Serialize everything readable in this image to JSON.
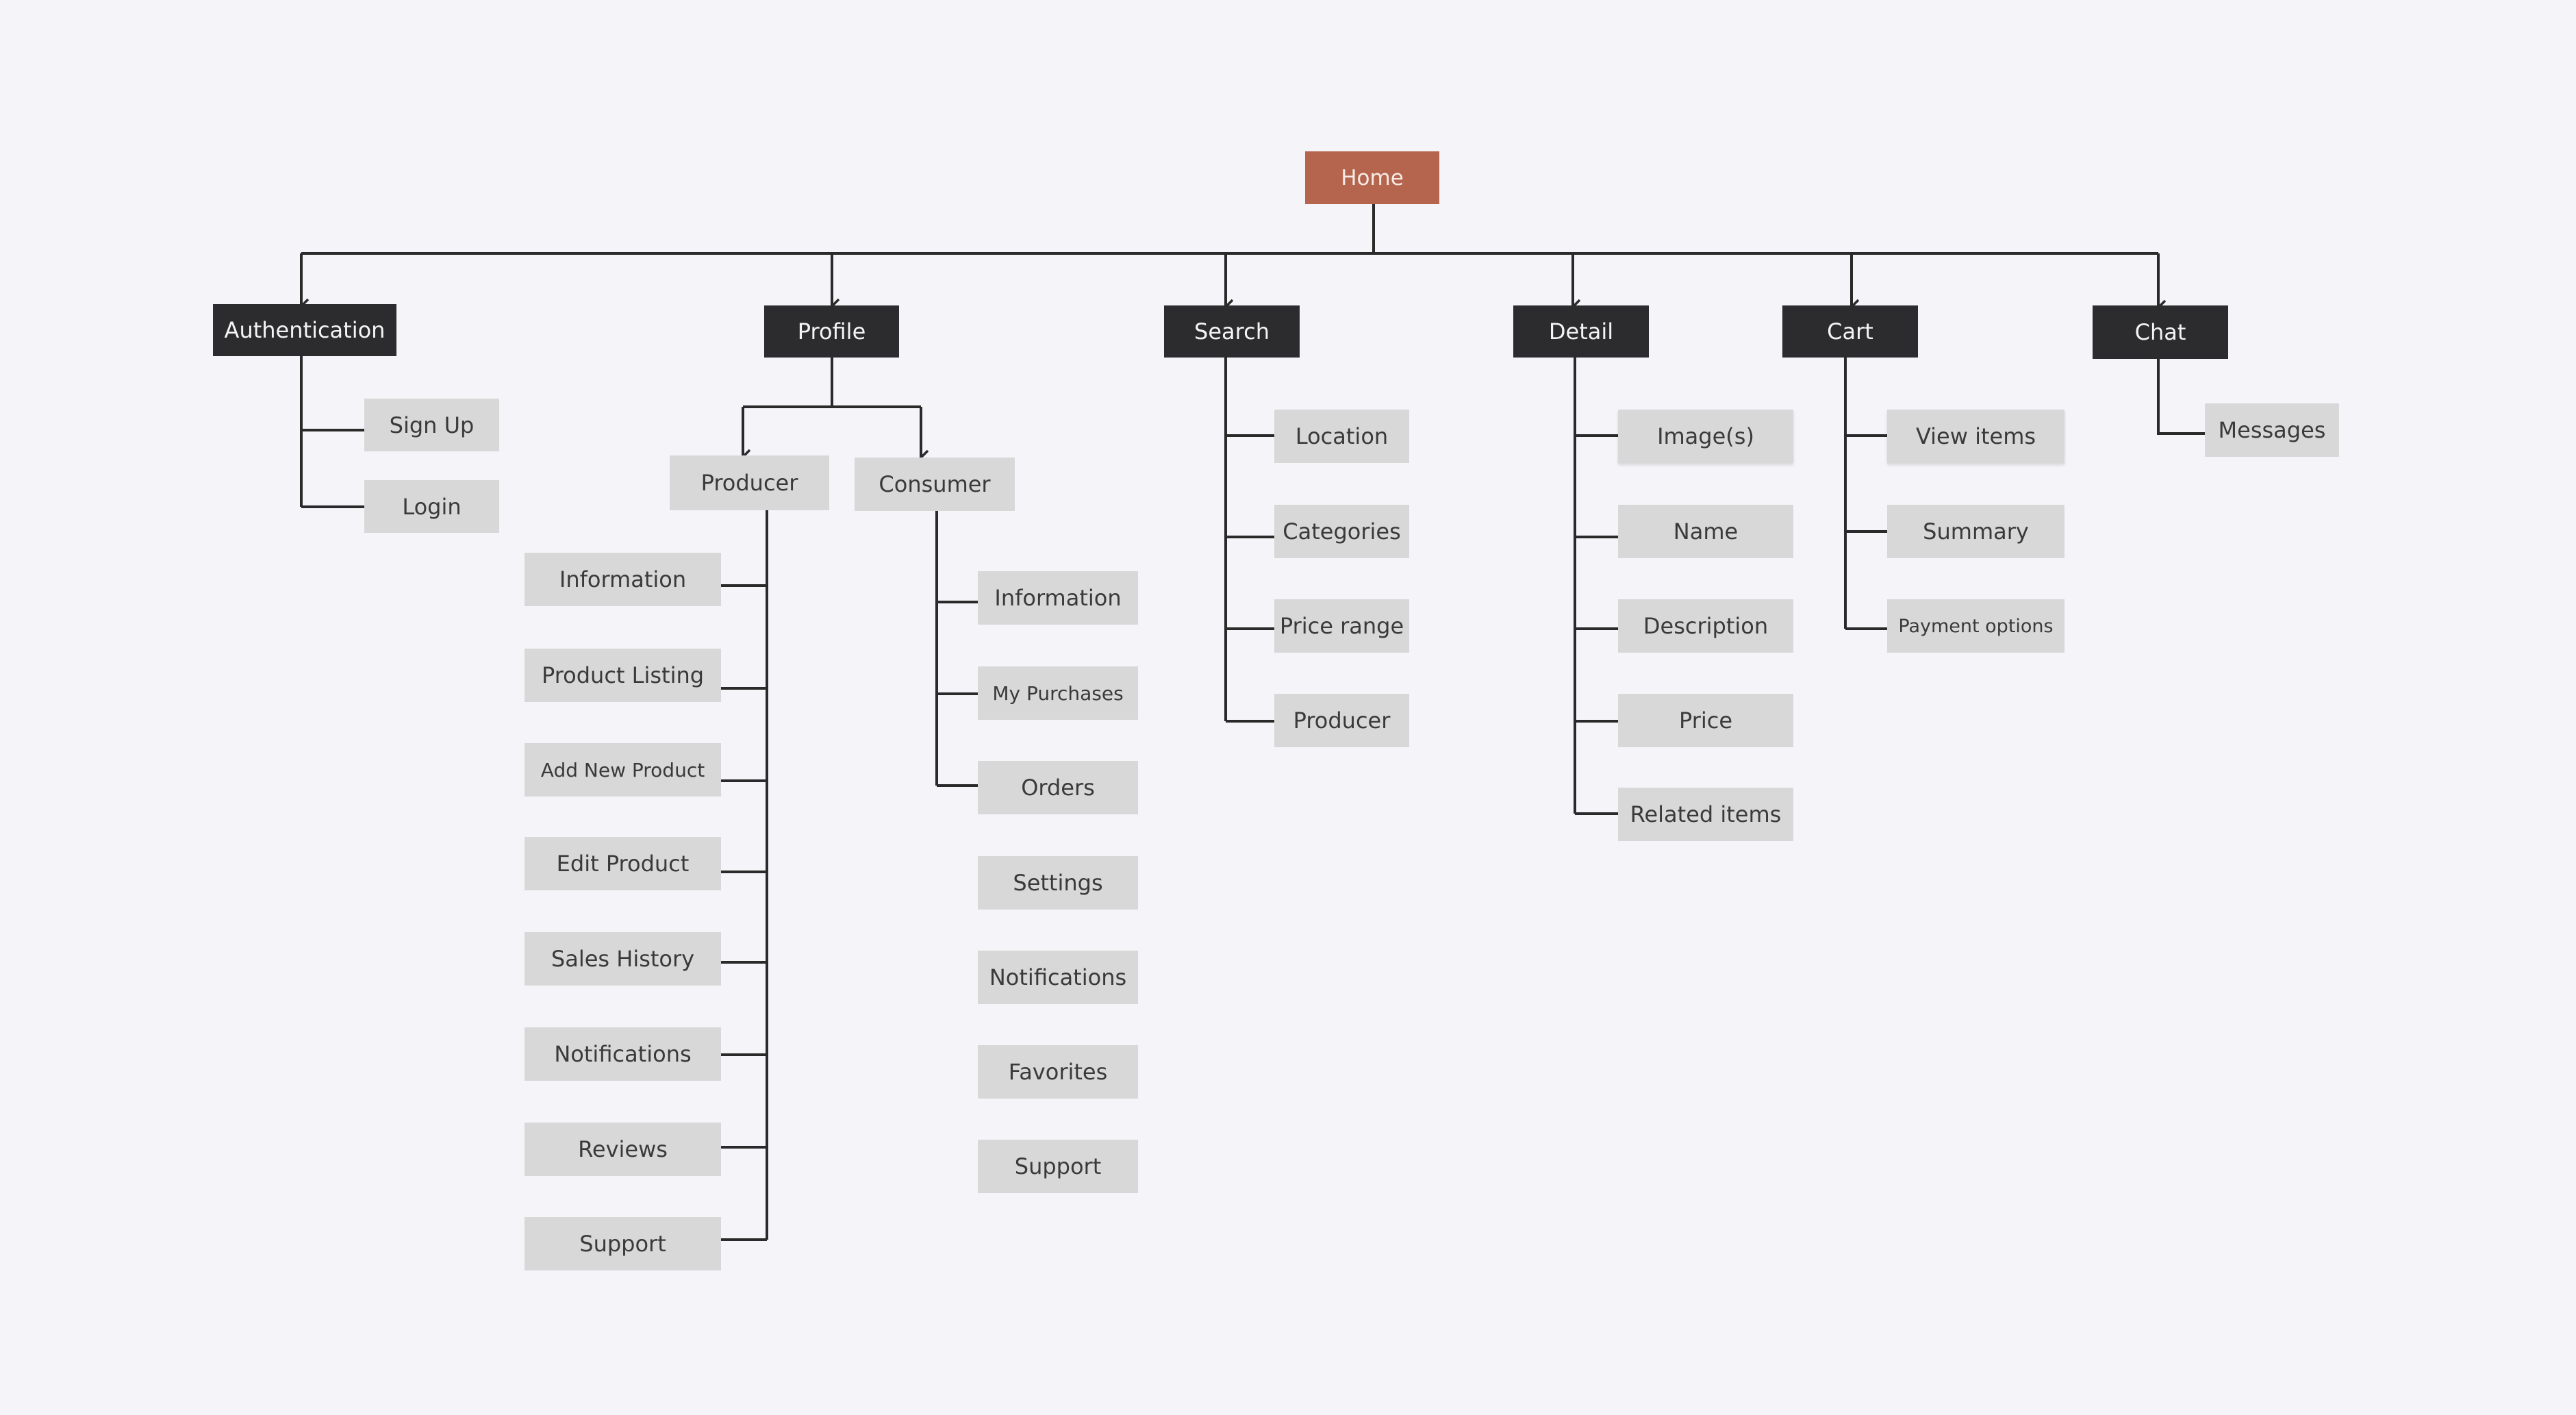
{
  "diagram": {
    "colors": {
      "background": "#f5f4f9",
      "root": "#b5644d",
      "section": "#2c2c2e",
      "leaf": "#d8d8d9",
      "connector": "#2a2a2a"
    },
    "root": "Home",
    "sections": {
      "authentication": "Authentication",
      "profile": "Profile",
      "search": "Search",
      "detail": "Detail",
      "cart": "Cart",
      "chat": "Chat"
    },
    "authentication": [
      "Sign Up",
      "Login"
    ],
    "profile": {
      "producer": {
        "label": "Producer",
        "items": [
          "Information",
          "Product Listing",
          "Add New Product",
          "Edit Product",
          "Sales History",
          "Notifications",
          "Reviews",
          "Support"
        ]
      },
      "consumer": {
        "label": "Consumer",
        "items": [
          "Information",
          "My Purchases",
          "Orders",
          "Settings",
          "Notifications",
          "Favorites",
          "Support"
        ]
      }
    },
    "search": [
      "Location",
      "Categories",
      "Price range",
      "Producer"
    ],
    "detail": [
      "Image(s)",
      "Name",
      "Description",
      "Price",
      "Related items"
    ],
    "cart": [
      "View items",
      "Summary",
      "Payment options"
    ],
    "chat": [
      "Messages"
    ]
  }
}
